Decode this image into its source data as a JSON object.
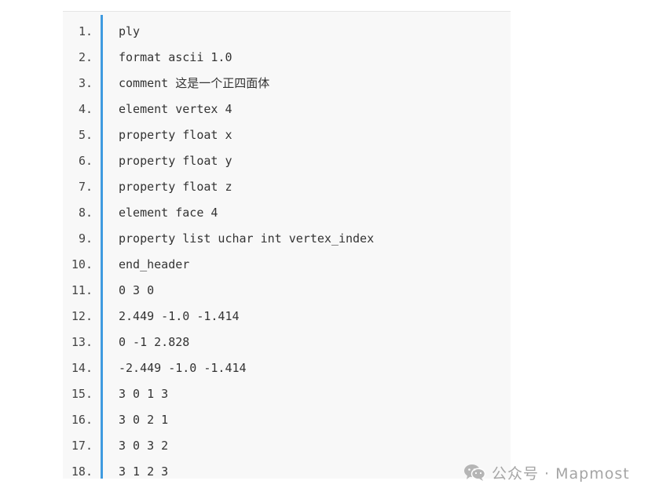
{
  "code": {
    "lines": [
      {
        "num": "1.",
        "text": "ply"
      },
      {
        "num": "2.",
        "text": "format ascii 1.0"
      },
      {
        "num": "3.",
        "text": "comment 这是一个正四面体"
      },
      {
        "num": "4.",
        "text": "element vertex 4"
      },
      {
        "num": "5.",
        "text": "property float x"
      },
      {
        "num": "6.",
        "text": "property float y"
      },
      {
        "num": "7.",
        "text": "property float z"
      },
      {
        "num": "8.",
        "text": "element face 4"
      },
      {
        "num": "9.",
        "text": "property list uchar int vertex_index"
      },
      {
        "num": "10.",
        "text": "end_header"
      },
      {
        "num": "11.",
        "text": "0 3 0"
      },
      {
        "num": "12.",
        "text": "2.449 -1.0 -1.414"
      },
      {
        "num": "13.",
        "text": "0 -1 2.828"
      },
      {
        "num": "14.",
        "text": "-2.449 -1.0 -1.414"
      },
      {
        "num": "15.",
        "text": "3 0 1 3"
      },
      {
        "num": "16.",
        "text": "3 0 2 1"
      },
      {
        "num": "17.",
        "text": "3 0 3 2"
      },
      {
        "num": "18.",
        "text": "3 1 2 3"
      }
    ]
  },
  "watermark": {
    "icon": "wechat-icon",
    "text": "公众号 · Mapmost"
  },
  "colors": {
    "gutter_bar": "#3f9be0",
    "background": "#f8f8f8"
  }
}
